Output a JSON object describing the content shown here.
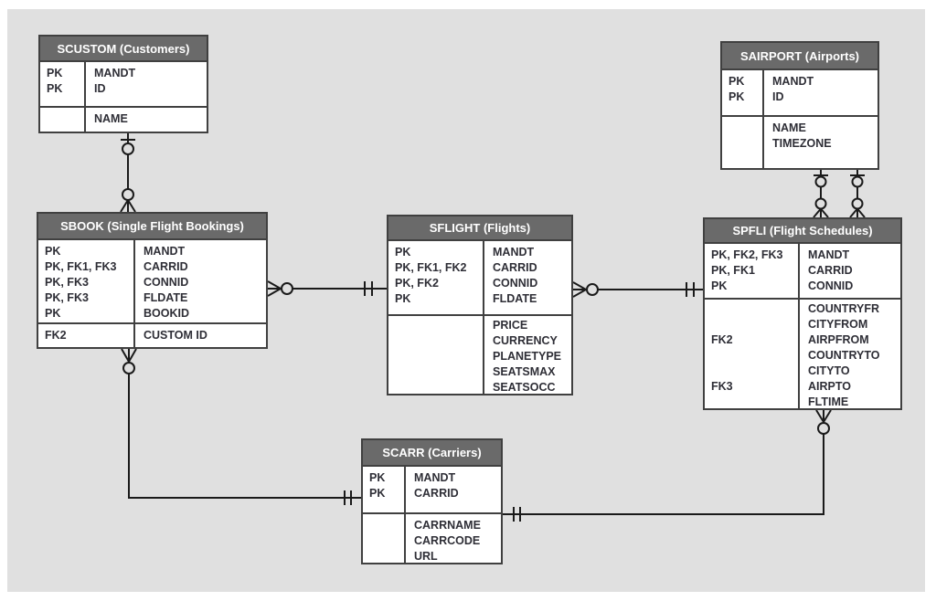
{
  "colors": {
    "canvas_bg": "#e0e0e0",
    "header_bg": "#6a6a6a",
    "header_text": "#ffffff",
    "table_border": "#404040",
    "field_text": "#2e2e36",
    "connector": "#1a1a1a"
  },
  "tables": [
    {
      "id": "SCUSTOM",
      "title": "SCUSTOM (Customers)",
      "sections": [
        {
          "rows": [
            {
              "key": "PK",
              "field": "MANDT"
            },
            {
              "key": "PK",
              "field": "ID"
            }
          ]
        },
        {
          "rows": [
            {
              "key": "",
              "field": "NAME"
            }
          ]
        }
      ]
    },
    {
      "id": "SAIRPORT",
      "title": "SAIRPORT (Airports)",
      "sections": [
        {
          "rows": [
            {
              "key": "PK",
              "field": "MANDT"
            },
            {
              "key": "PK",
              "field": "ID"
            }
          ]
        },
        {
          "rows": [
            {
              "key": "",
              "field": "NAME"
            },
            {
              "key": "",
              "field": "TIMEZONE"
            }
          ]
        }
      ]
    },
    {
      "id": "SBOOK",
      "title": "SBOOK (Single Flight Bookings)",
      "sections": [
        {
          "rows": [
            {
              "key": "PK",
              "field": "MANDT"
            },
            {
              "key": "PK, FK1, FK3",
              "field": "CARRID"
            },
            {
              "key": "PK, FK3",
              "field": "CONNID"
            },
            {
              "key": "PK, FK3",
              "field": "FLDATE"
            },
            {
              "key": "PK",
              "field": "BOOKID"
            }
          ]
        },
        {
          "rows": [
            {
              "key": "FK2",
              "field": "CUSTOM ID"
            }
          ]
        }
      ]
    },
    {
      "id": "SFLIGHT",
      "title": "SFLIGHT (Flights)",
      "sections": [
        {
          "rows": [
            {
              "key": "PK",
              "field": "MANDT"
            },
            {
              "key": "PK, FK1, FK2",
              "field": "CARRID"
            },
            {
              "key": "PK, FK2",
              "field": "CONNID"
            },
            {
              "key": "PK",
              "field": "FLDATE"
            }
          ]
        },
        {
          "rows": [
            {
              "key": "",
              "field": "PRICE"
            },
            {
              "key": "",
              "field": "CURRENCY"
            },
            {
              "key": "",
              "field": "PLANETYPE"
            },
            {
              "key": "",
              "field": "SEATSMAX"
            },
            {
              "key": "",
              "field": "SEATSOCC"
            }
          ]
        }
      ]
    },
    {
      "id": "SPFLI",
      "title": "SPFLI (Flight Schedules)",
      "sections": [
        {
          "rows": [
            {
              "key": "PK, FK2, FK3",
              "field": "MANDT"
            },
            {
              "key": "PK, FK1",
              "field": "CARRID"
            },
            {
              "key": "PK",
              "field": "CONNID"
            }
          ]
        },
        {
          "rows": [
            {
              "key": "",
              "field": "COUNTRYFR"
            },
            {
              "key": "",
              "field": "CITYFROM"
            },
            {
              "key": "FK2",
              "field": "AIRPFROM"
            },
            {
              "key": "",
              "field": "COUNTRYTO"
            },
            {
              "key": "",
              "field": "CITYTO"
            },
            {
              "key": "FK3",
              "field": "AIRPTO"
            },
            {
              "key": "",
              "field": "FLTIME"
            }
          ]
        }
      ]
    },
    {
      "id": "SCARR",
      "title": "SCARR (Carriers)",
      "sections": [
        {
          "rows": [
            {
              "key": "PK",
              "field": "MANDT"
            },
            {
              "key": "PK",
              "field": "CARRID"
            }
          ]
        },
        {
          "rows": [
            {
              "key": "",
              "field": "CARRNAME"
            },
            {
              "key": "",
              "field": "CARRCODE"
            },
            {
              "key": "",
              "field": "URL"
            }
          ]
        }
      ]
    }
  ],
  "relationships": [
    {
      "from": "SCUSTOM",
      "to": "SBOOK",
      "from_cardinality": "zero-or-one",
      "to_cardinality": "zero-or-many"
    },
    {
      "from": "SAIRPORT",
      "to": "SPFLI",
      "from_cardinality": "zero-or-one",
      "to_cardinality": "zero-or-many"
    },
    {
      "from": "SAIRPORT",
      "to": "SPFLI",
      "from_cardinality": "zero-or-one",
      "to_cardinality": "zero-or-many"
    },
    {
      "from": "SFLIGHT",
      "to": "SBOOK",
      "from_cardinality": "exactly-one",
      "to_cardinality": "zero-or-many"
    },
    {
      "from": "SPFLI",
      "to": "SFLIGHT",
      "from_cardinality": "exactly-one",
      "to_cardinality": "zero-or-many"
    },
    {
      "from": "SCARR",
      "to": "SBOOK",
      "from_cardinality": "exactly-one",
      "to_cardinality": "zero-or-many"
    },
    {
      "from": "SCARR",
      "to": "SPFLI",
      "from_cardinality": "exactly-one",
      "to_cardinality": "zero-or-many"
    }
  ]
}
